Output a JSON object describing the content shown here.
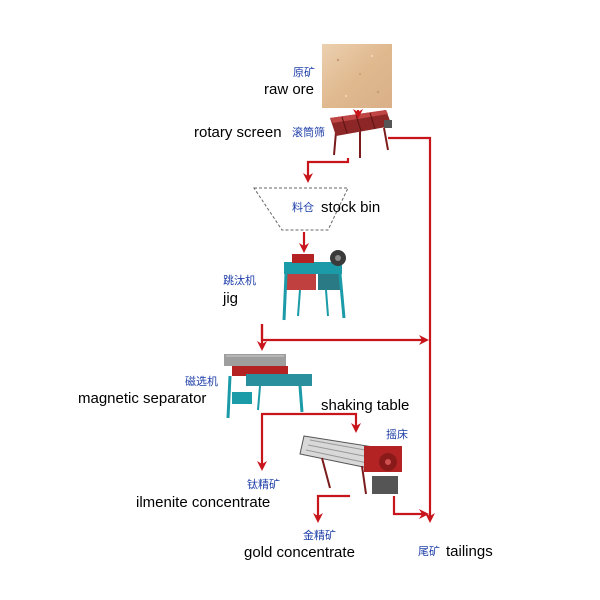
{
  "raw_ore": {
    "cn": "原矿",
    "en": "raw ore"
  },
  "rotary": {
    "cn": "滚筒筛",
    "en": "rotary screen"
  },
  "stock_bin": {
    "cn": "料仓",
    "en": "stock bin"
  },
  "jig": {
    "cn": "跳汰机",
    "en": "jig"
  },
  "magnetic": {
    "cn": "磁选机",
    "en": "magnetic separator"
  },
  "shaking": {
    "cn": "摇床",
    "en": "shaking table"
  },
  "ilmenite": {
    "cn": "钛精矿",
    "en": "ilmenite concentrate"
  },
  "gold": {
    "cn": "金精矿",
    "en": "gold concentrate"
  },
  "tailings": {
    "cn": "尾矿",
    "en": "tailings"
  },
  "colors": {
    "arrow": "#c8151b",
    "cn_text": "#1f3fa8",
    "machine_frame": "#1b9aa8",
    "machine_red": "#b32323",
    "ore": "#e3c09a"
  }
}
